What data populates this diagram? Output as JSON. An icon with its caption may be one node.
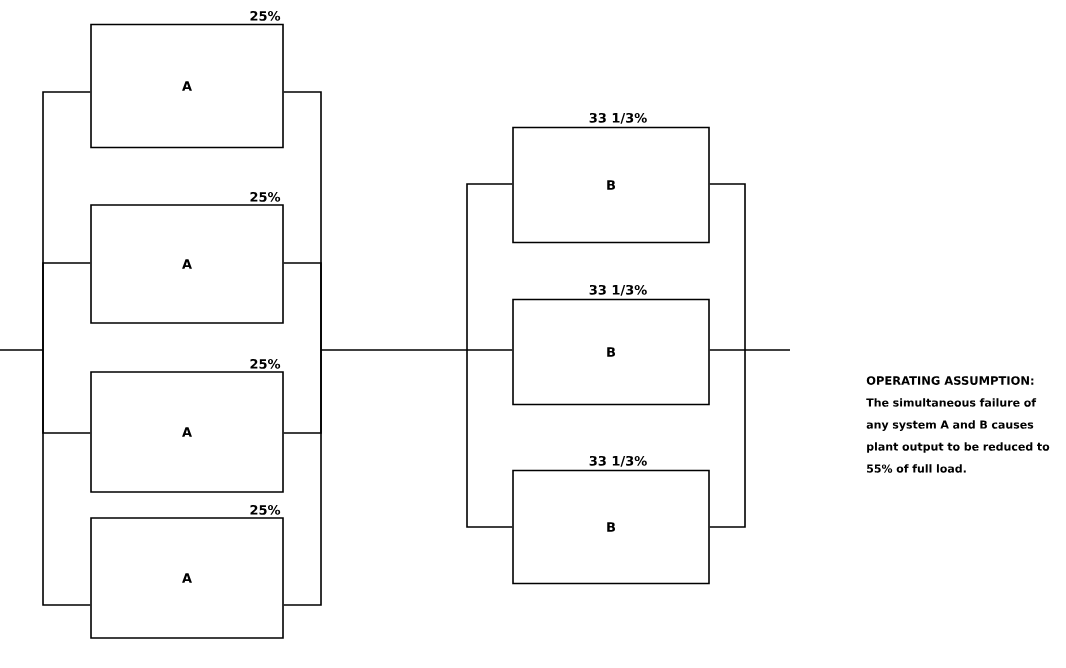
{
  "diagram": {
    "nodes": [
      {
        "text": [
          "A"
        ],
        "beside": [
          "25%"
        ]
      },
      {
        "text": [
          "A"
        ],
        "beside": [
          "25%"
        ]
      },
      {
        "text": [
          "A"
        ],
        "beside": [
          "25%"
        ]
      },
      {
        "text": [
          "A"
        ],
        "beside": [
          "25%"
        ]
      },
      {
        "text": [
          "B"
        ],
        "beside": [
          "33 1/3%"
        ]
      },
      {
        "text": [
          "B"
        ],
        "beside": [
          "33 1/3%"
        ]
      },
      {
        "text": [
          "B"
        ],
        "beside": [
          "33 1/3%"
        ]
      }
    ],
    "edges": [
      {
        "from": null,
        "to": 0,
        "arrow": "none"
      },
      {
        "from": null,
        "to": 1,
        "arrow": "none"
      },
      {
        "from": null,
        "to": 2,
        "arrow": "none"
      },
      {
        "from": null,
        "to": 3,
        "arrow": "none"
      },
      {
        "from": 0,
        "to": 4,
        "arrow": "none"
      },
      {
        "from": 0,
        "to": 5,
        "arrow": "none"
      },
      {
        "from": 0,
        "to": 6,
        "arrow": "none"
      },
      {
        "from": 1,
        "to": 4,
        "arrow": "none"
      },
      {
        "from": 1,
        "to": 5,
        "arrow": "none"
      },
      {
        "from": 1,
        "to": 6,
        "arrow": "none"
      },
      {
        "from": 2,
        "to": 4,
        "arrow": "none"
      },
      {
        "from": 2,
        "to": 5,
        "arrow": "none"
      },
      {
        "from": 2,
        "to": 6,
        "arrow": "none"
      },
      {
        "from": 3,
        "to": 4,
        "arrow": "none"
      },
      {
        "from": 3,
        "to": 5,
        "arrow": "none"
      },
      {
        "from": 3,
        "to": 6,
        "arrow": "none"
      },
      {
        "from": 4,
        "to": null,
        "arrow": "none"
      },
      {
        "from": 5,
        "to": null,
        "arrow": "none"
      },
      {
        "from": 6,
        "to": null,
        "arrow": "none"
      }
    ],
    "labels": [
      "OPERATING ASSUMPTION:",
      "The simultaneous failure of any system A and B causes plant output to be reduced to 55% of full load."
    ]
  }
}
